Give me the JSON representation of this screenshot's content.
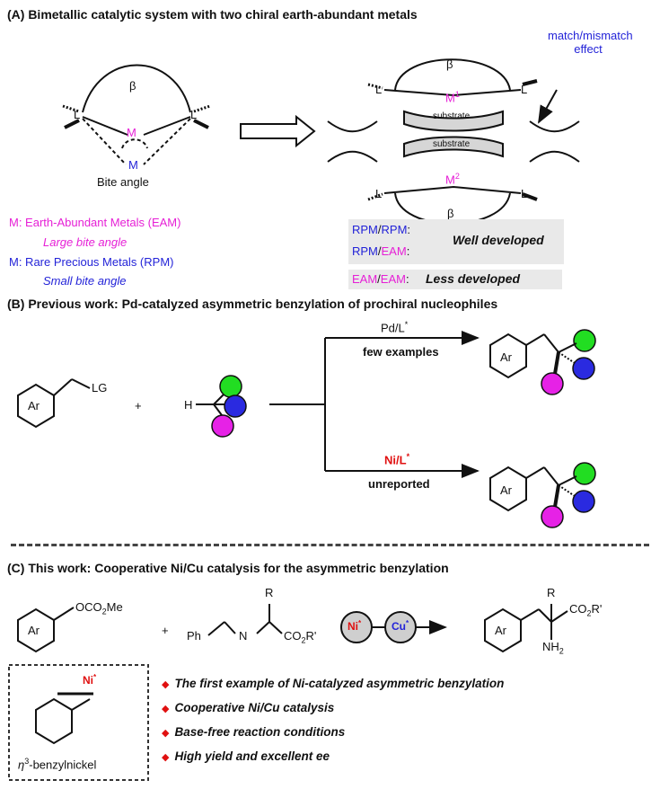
{
  "sectionA": {
    "title": "(A) Bimetallic catalytic system with two chiral earth-abundant metals",
    "beta": "β",
    "ligand": "L",
    "metal": "M",
    "bite_angle": "Bite angle",
    "match_effect": "match/mismatch effect",
    "m1": "M",
    "m1_sup": "1",
    "m2": "M",
    "m2_sup": "2",
    "substrate": "substrate",
    "legend": {
      "eam_prefix": "M: Earth-Abundant Metals (",
      "eam_abbr": "EAM",
      "eam_suffix": ")",
      "eam_note": "Large bite angle",
      "rpm_prefix": "M: Rare Precious Metals (",
      "rpm_abbr": "RPM",
      "rpm_suffix": ")",
      "rpm_note": "Small bite angle"
    },
    "status": {
      "row1_a": "RPM",
      "row1_sep": "/",
      "row1_b": "RPM",
      "row1_colon": ":",
      "row2_a": "RPM",
      "row2_sep": "/",
      "row2_b": "EAM",
      "row2_colon": ":",
      "well": "Well developed",
      "row3_a": "EAM",
      "row3_sep": "/",
      "row3_b": "EAM",
      "row3_colon": ":",
      "less": "Less developed"
    },
    "colors": {
      "eam": "#e620d6",
      "rpm": "#2323d8"
    }
  },
  "sectionB": {
    "title": "(B) Previous work: Pd-catalyzed asymmetric benzylation of prochiral nucleophiles",
    "ar": "Ar",
    "lg": "LG",
    "plus": "+",
    "h": "H",
    "pd_cat": "Pd/L",
    "few": "few examples",
    "ni_cat": "Ni/L",
    "unreported": "unreported",
    "colors": {
      "green": "#22dd22",
      "blue": "#2a2ae0",
      "magenta": "#e622e6"
    }
  },
  "sectionC": {
    "title": "(C) This work:  Cooperative Ni/Cu catalysis for the asymmetric benzylation",
    "ar": "Ar",
    "ocomethyl": "OCO",
    "ocomethyl_sub": "2",
    "ocomethyl_tail": "Me",
    "plus": "+",
    "ph": "Ph",
    "n": "N",
    "r": "R",
    "co2r": "CO",
    "co2r_sub": "2",
    "co2r_tail": "R'",
    "ni": "Ni",
    "cu": "Cu",
    "star": "*",
    "nh2": "NH",
    "nh2_sub": "2",
    "eta": "η",
    "eta_sup": "3",
    "benzylnickel": "-benzylnickel",
    "features": [
      "The first example of Ni-catalyzed asymmetric benzylation",
      "Cooperative Ni/Cu catalysis",
      "Base-free reaction conditions",
      "High yield and excellent ee"
    ]
  }
}
